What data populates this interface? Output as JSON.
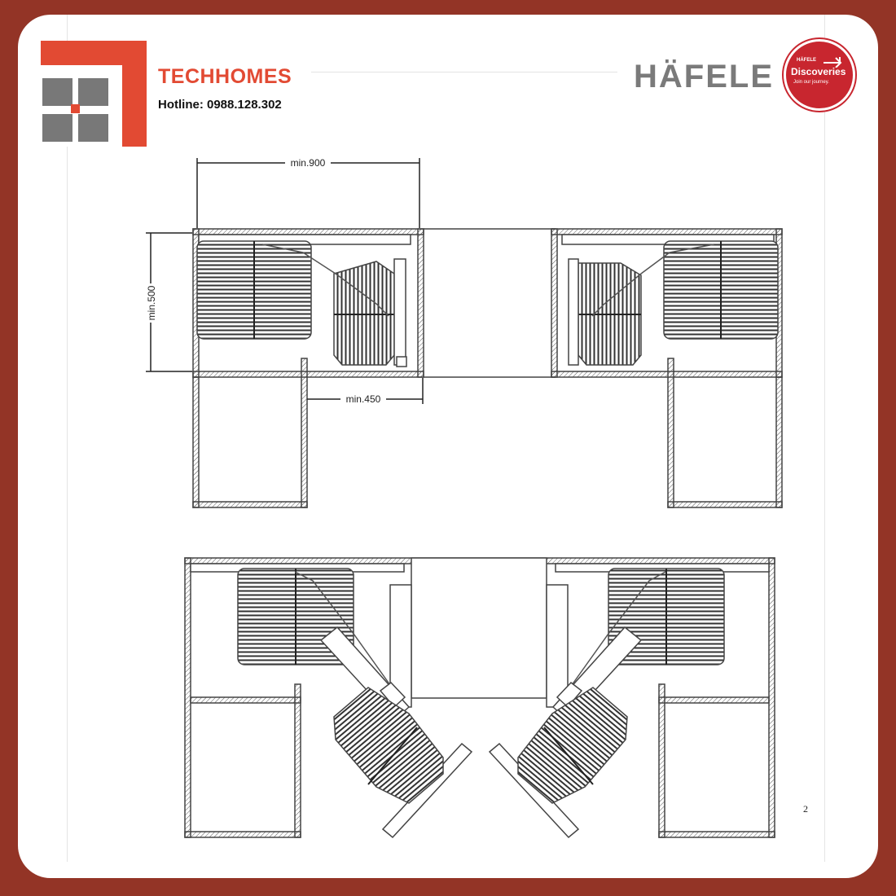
{
  "brand": {
    "name": "TECHHOMES",
    "hotline": "Hotline: 0988.128.302"
  },
  "partner": {
    "wordmark": "HÄFELE",
    "badge_top": "HÄFELE",
    "badge_title": "Discoveries",
    "badge_sub": "Join our journey."
  },
  "dimensions": {
    "width": "min.900",
    "depth": "min.500",
    "opening": "min.450"
  },
  "page_number": "2",
  "colors": {
    "frame": "#933426",
    "brand_red": "#e24a33",
    "logo_grey": "#787878",
    "hafele_red": "#c8262f"
  }
}
